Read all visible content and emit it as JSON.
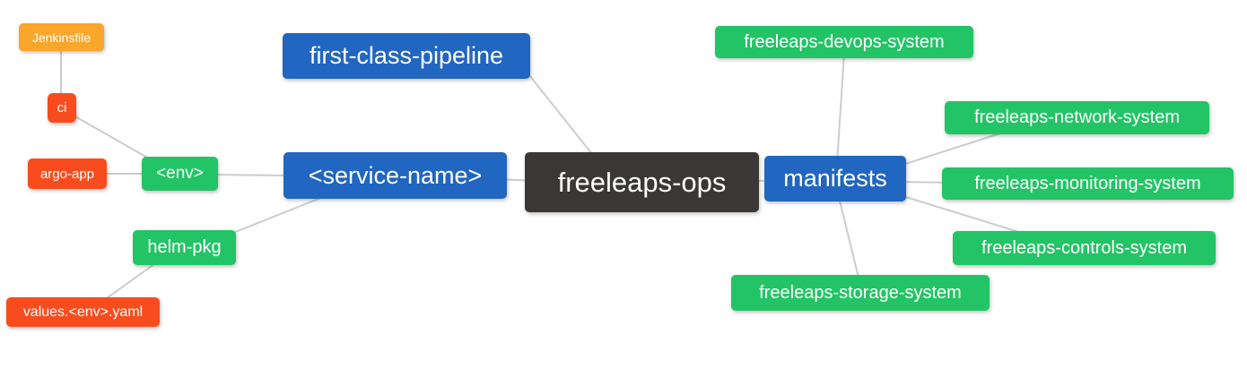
{
  "colors": {
    "root": "#3b3735",
    "branch_blue": "#2166c0",
    "leaf_green": "#23c465",
    "leaf_orange": "#f9a62b",
    "leaf_red": "#f94c1e",
    "edge_gray": "#cccccc",
    "text": "#ffffff",
    "background": "#ffffff"
  },
  "diagram": {
    "nodes": {
      "freeleaps_ops": {
        "label": "freeleaps-ops"
      },
      "first_class_pipeline": {
        "label": "first-class-pipeline"
      },
      "service_name": {
        "label": "<service-name>"
      },
      "env": {
        "label": "<env>"
      },
      "helm_pkg": {
        "label": "helm-pkg"
      },
      "ci": {
        "label": "ci"
      },
      "jenkinsfile": {
        "label": "Jenkinsfile"
      },
      "argo_app": {
        "label": "argo-app"
      },
      "values_env_yaml": {
        "label": "values.<env>.yaml"
      },
      "manifests": {
        "label": "manifests"
      },
      "devops_system": {
        "label": "freeleaps-devops-system"
      },
      "network_system": {
        "label": "freeleaps-network-system"
      },
      "monitoring_system": {
        "label": "freeleaps-monitoring-system"
      },
      "controls_system": {
        "label": "freeleaps-controls-system"
      },
      "storage_system": {
        "label": "freeleaps-storage-system"
      }
    },
    "edges": [
      {
        "from": "Jenkinsfile",
        "to": "ci"
      },
      {
        "from": "ci",
        "to": "<env>"
      },
      {
        "from": "argo-app",
        "to": "<env>"
      },
      {
        "from": "<env>",
        "to": "<service-name>"
      },
      {
        "from": "helm-pkg",
        "to": "<service-name>"
      },
      {
        "from": "helm-pkg",
        "to": "values.<env>.yaml"
      },
      {
        "from": "first-class-pipeline",
        "to": "freeleaps-ops"
      },
      {
        "from": "<service-name>",
        "to": "freeleaps-ops"
      },
      {
        "from": "freeleaps-ops",
        "to": "manifests"
      },
      {
        "from": "manifests",
        "to": "freeleaps-devops-system"
      },
      {
        "from": "manifests",
        "to": "freeleaps-network-system"
      },
      {
        "from": "manifests",
        "to": "freeleaps-monitoring-system"
      },
      {
        "from": "manifests",
        "to": "freeleaps-controls-system"
      },
      {
        "from": "manifests",
        "to": "freeleaps-storage-system"
      }
    ]
  }
}
